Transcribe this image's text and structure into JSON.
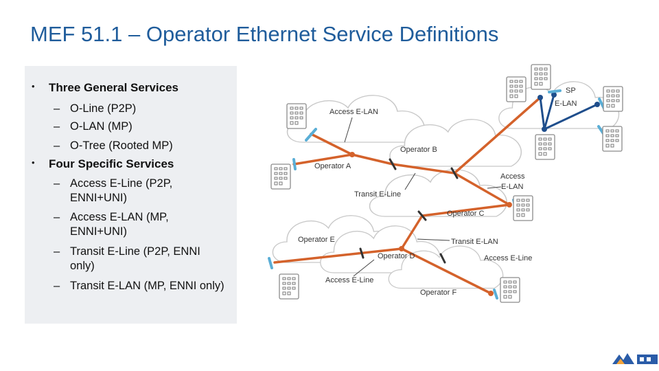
{
  "slide": {
    "title": "MEF 51.1 – Operator Ethernet Service Definitions"
  },
  "bullets": [
    {
      "level": 1,
      "marker": "•",
      "text": "Three General Services"
    },
    {
      "level": 2,
      "marker": "–",
      "text": "O-Line (P2P)"
    },
    {
      "level": 2,
      "marker": "–",
      "text": "O-LAN (MP)"
    },
    {
      "level": 2,
      "marker": "–",
      "text": "O-Tree (Rooted MP)"
    },
    {
      "level": 1,
      "marker": "•",
      "text": "Four Specific Services"
    },
    {
      "level": 2,
      "marker": "–",
      "text": "Access E-Line (P2P, ENNI+UNI)"
    },
    {
      "level": 2,
      "marker": "–",
      "text": "Access E-LAN (MP, ENNI+UNI)"
    },
    {
      "level": 2,
      "marker": "–",
      "text": "Transit E-Line (P2P, ENNI only)"
    },
    {
      "level": 2,
      "marker": "–",
      "text": "Transit E-LAN (MP, ENNI only)"
    }
  ],
  "diagram": {
    "labels": {
      "access_elan_top": "Access E-LAN",
      "sp": "SP",
      "elan": "E-LAN",
      "operator_b": "Operator B",
      "operator_a": "Operator A",
      "access_line1": "Access",
      "access_line2": "E-LAN",
      "transit_eline": "Transit E-Line",
      "operator_c": "Operator C",
      "operator_e": "Operator E",
      "transit_elan": "Transit E-LAN",
      "operator_d": "Operator D",
      "access_eline_right": "Access E-Line",
      "access_eline_bottom": "Access E-Line",
      "operator_f": "Operator F"
    },
    "colors": {
      "orange_link": "#d4622b",
      "blue_link": "#1f4e8c",
      "enni_marker": "#5aaed6",
      "cloud_stroke": "#c8c8c8",
      "building_stroke": "#8a8a8a"
    }
  }
}
